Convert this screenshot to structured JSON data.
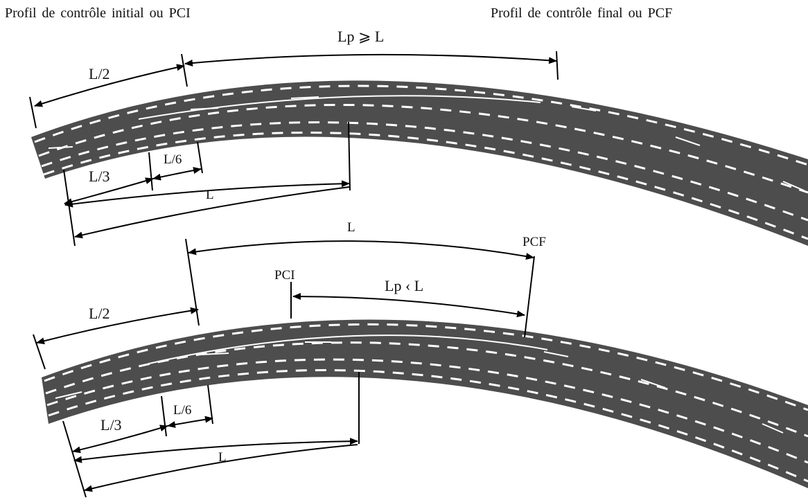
{
  "header": {
    "left_caption": "Profil de contrôle initial ou PCI",
    "right_caption": "Profil de contrôle final ou PCF"
  },
  "diagram_top": {
    "labels": {
      "lp_ge_l": "Lp ⩾ L",
      "half_l": "L/2",
      "third_l": "L/3",
      "sixth_l": "L/6",
      "l": "L"
    }
  },
  "diagram_bottom": {
    "labels": {
      "l_top": "L",
      "pcf": "PCF",
      "pci": "PCI",
      "lp_lt_l": "Lp ‹ L",
      "half_l": "L/2",
      "third_l": "L/3",
      "sixth_l": "L/6",
      "l": "L"
    }
  },
  "colors": {
    "road": "#4d4d4d",
    "marking": "#ffffff",
    "ink": "#000000"
  }
}
